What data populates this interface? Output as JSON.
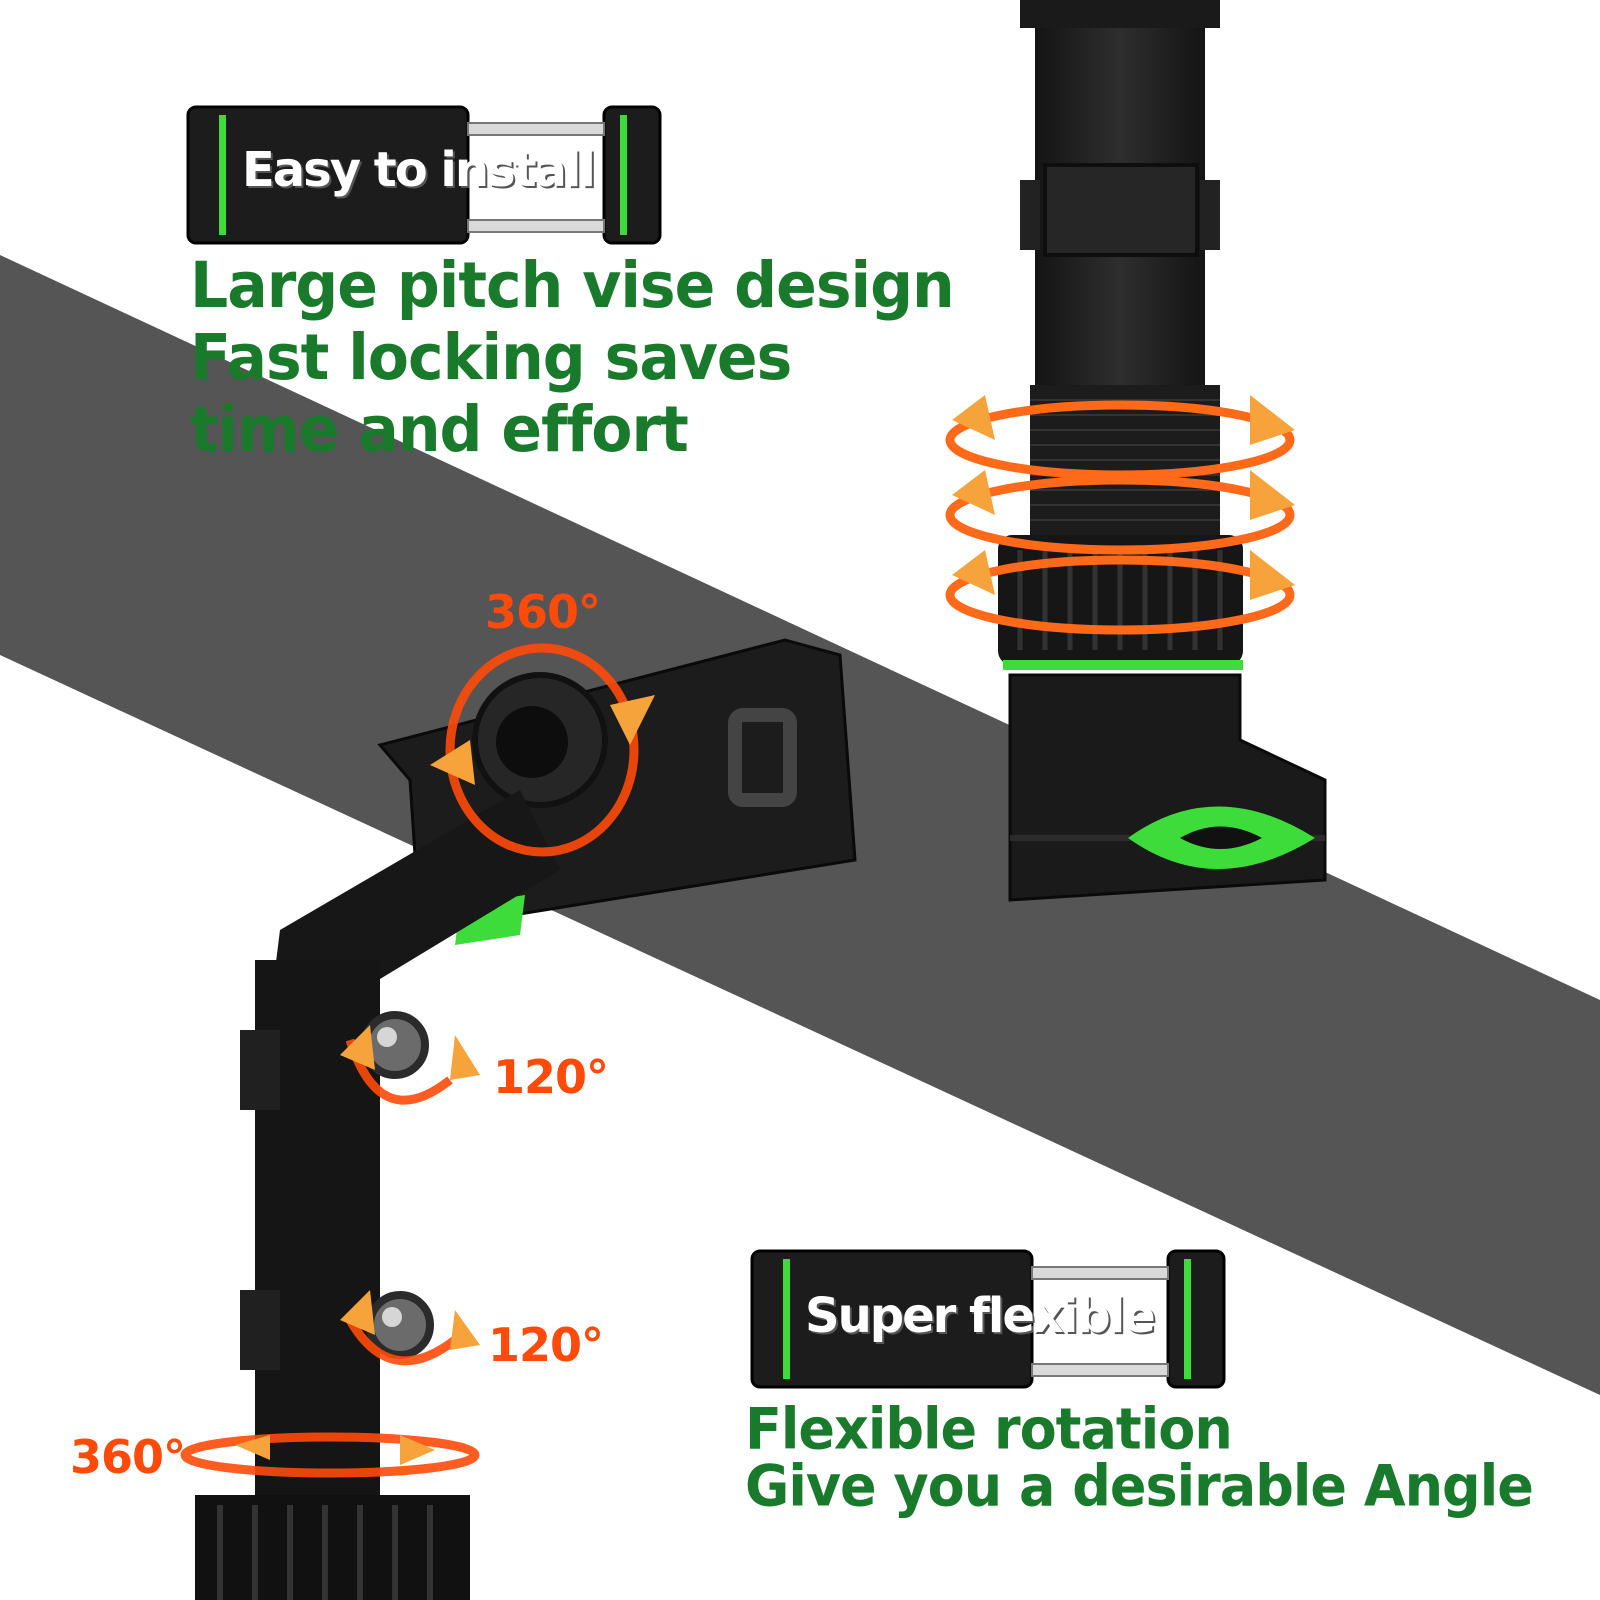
{
  "colors": {
    "background": "#ffffff",
    "band": "#555555",
    "holder_body": "#1e1e1e",
    "accent_green": "#3ddc3a",
    "text_green": "#1a7a2c",
    "angle_orange": "#ff4a0a"
  },
  "badges": {
    "top_label": "Easy to install",
    "bottom_label": "Super flexible"
  },
  "features": {
    "top": [
      "Large pitch vise design",
      "Fast locking saves",
      "time and effort"
    ],
    "bottom": [
      "Flexible rotation",
      "Give you a desirable Angle"
    ]
  },
  "angles": {
    "clamp_rotation": "360°",
    "upper_joint": "120°",
    "lower_joint": "120°",
    "base_rotation": "360°"
  },
  "icons": {
    "rotation_arrows": "rotation-arrow-icon",
    "phone_clamp": "phone-clamp-icon",
    "mount_ball_joint": "ball-joint-icon"
  }
}
